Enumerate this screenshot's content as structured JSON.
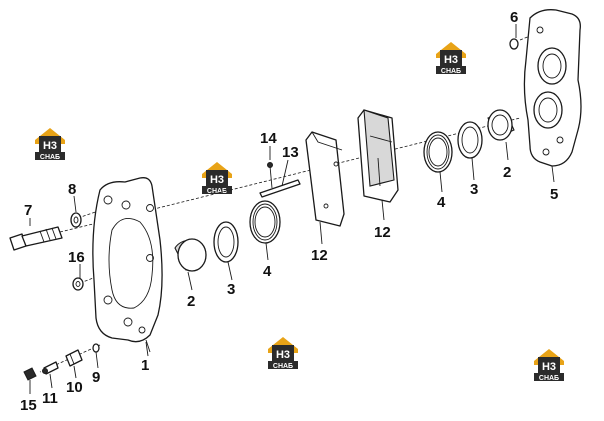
{
  "labels": [
    "1",
    "2",
    "3",
    "4",
    "5",
    "6",
    "7",
    "8",
    "9",
    "10",
    "11",
    "12",
    "13",
    "14",
    "15",
    "16"
  ],
  "logo": {
    "mark": "Н3",
    "caption": "СНАБ",
    "colors": {
      "roof": "#e8a317",
      "box": "#2b2b2b",
      "text": "#ffffff"
    }
  },
  "line_color": "#1a1a1a"
}
